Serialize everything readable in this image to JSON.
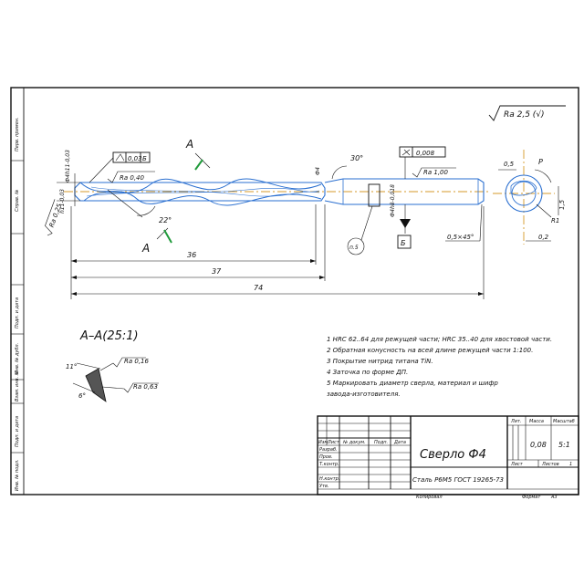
{
  "roughness_general": "Ra 2,5 (√)",
  "section_marker": "A",
  "section_title": "А–А(25:1)",
  "dims": {
    "d_shank_tol": "Ф4h11-0,03",
    "d_cut": "Ф4",
    "angle_30": "30°",
    "angle_22": "22°",
    "len_36": "36",
    "len_37": "37",
    "len_74": "74",
    "d_shank": "Ф4h8-0,018",
    "chamfer": "0,5×45°",
    "d_5": "0,5",
    "d_15": "1,5",
    "r1": "R1",
    "d_02": "0,2",
    "p_label": "P",
    "tol_03": "0,03",
    "tol_b": "Б",
    "ra_040": "Ra 0,40",
    "ra_025": "Ra 0,25",
    "ra_100": "Ra 1,00",
    "runout": "0,008",
    "base_b": "Б",
    "balloon_5": "п.5",
    "ra_016": "Ra 0,16",
    "ra_063": "Ra 0,63",
    "angle_11": "11°",
    "angle_6": "6°",
    "tol_h11": "h11-0,03"
  },
  "notes": [
    "1 HRC 62..64 для режущей части; HRC 35..40 для хвостовой части.",
    "2 Обратная конусность на всей длине режущей части 1:100.",
    "3 Покрытие нитрид титана TiN.",
    "4 Заточка по форме ДП.",
    "5 Маркировать    диаметр    сверла,    материал    и    шифр",
    "завода-изготовителя."
  ],
  "title_block": {
    "name": "Сверло Ф4",
    "material": "Сталь Р6М5 ГОСТ 19265-73",
    "lit_label": "Лит.",
    "mass_label": "Масса",
    "scale_label": "Масштаб",
    "mass": "0,08",
    "scale": "5:1",
    "sheet_label": "Лист",
    "sheets_label": "Листов",
    "sheets": "1",
    "rows": [
      "Изм.",
      "Лист",
      "№ докум.",
      "Подп.",
      "Дата"
    ],
    "roles": [
      "Разраб.",
      "Пров.",
      "Т.контр.",
      "Н.контр.",
      "Утв."
    ],
    "copied": "Копировал",
    "format_label": "Формат",
    "format": "A3"
  },
  "side_labels": [
    "Перв. примен.",
    "Справ. №",
    "Подп. и дата",
    "Инв. № дубл.",
    "Взам. инв. №",
    "Подп. и дата",
    "Инв. № подл."
  ]
}
